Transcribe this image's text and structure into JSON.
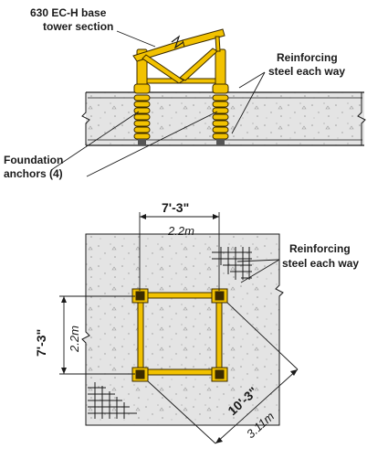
{
  "labels": {
    "tower_section_line1": "630 EC-H base",
    "tower_section_line2": "tower section",
    "reinforcing_top_line1": "Reinforcing",
    "reinforcing_top_line2": "steel each way",
    "anchors_line1": "Foundation",
    "anchors_line2": "anchors (4)",
    "reinforcing_plan_line1": "Reinforcing",
    "reinforcing_plan_line2": "steel each way"
  },
  "dimensions": {
    "top_width_ft": "7'-3\"",
    "top_width_m": "2.2m",
    "side_ft": "7'-3\"",
    "side_m": "2.2m",
    "diagonal_ft": "10'-3\"",
    "diagonal_m": "3.11m"
  },
  "colors": {
    "steel": "#f2c200",
    "steel_outline": "#3a2a00",
    "concrete": "#e4e4e4",
    "line": "#1a1a1a"
  }
}
